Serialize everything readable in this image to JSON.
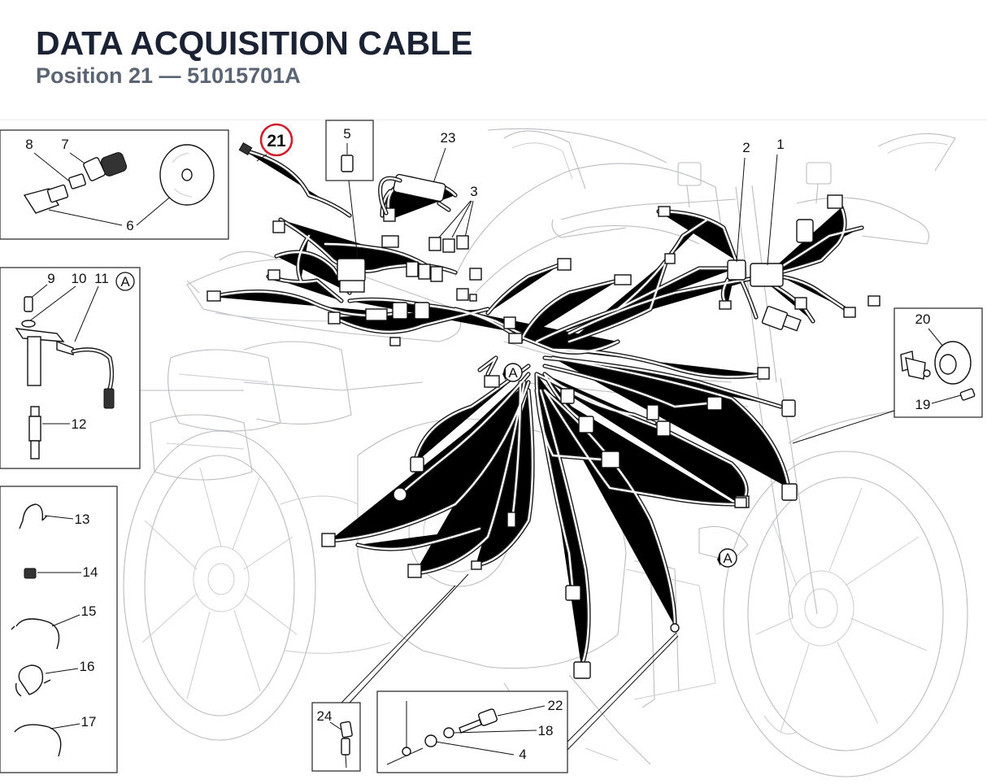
{
  "header": {
    "title": "DATA ACQUISITION CABLE",
    "subtitle_position": "Position 21",
    "subtitle_sep": "—",
    "subtitle_code": "51015701A"
  },
  "callouts": {
    "highlighted": "21",
    "n1": "1",
    "n2": "2",
    "n3": "3",
    "n4": "4",
    "n5": "5",
    "n6": "6",
    "n7": "7",
    "n8": "8",
    "n9": "9",
    "n10": "10",
    "n11": "11",
    "n12": "12",
    "n13": "13",
    "n14": "14",
    "n15": "15",
    "n16": "16",
    "n17": "17",
    "n18": "18",
    "n19": "19",
    "n20": "20",
    "n22": "22",
    "n23": "23",
    "n24": "24",
    "marker": "A"
  },
  "colors": {
    "highlight_ring": "#d21f2b",
    "title": "#1a2233",
    "subtitle": "#5b6473",
    "ghost_outline": "#b9bcc1",
    "wire": "#1c1c1c"
  }
}
